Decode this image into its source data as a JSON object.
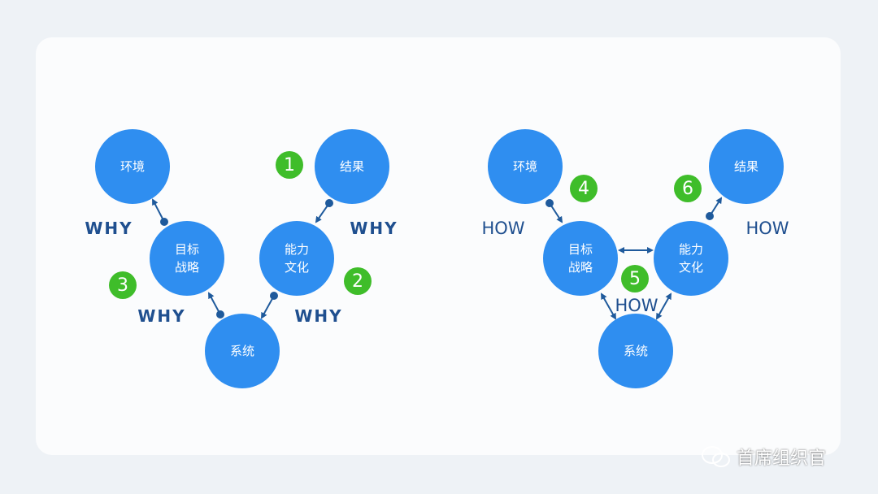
{
  "left_diagram": {
    "nodes": {
      "env": "环境",
      "result": "结果",
      "goal": "目标\n战略",
      "capability": "能力\n文化",
      "system": "系统"
    },
    "badges": [
      "1",
      "2",
      "3"
    ],
    "labels": [
      "WHY",
      "WHY",
      "WHY",
      "WHY"
    ]
  },
  "right_diagram": {
    "nodes": {
      "env": "环境",
      "result": "结果",
      "goal": "目标\n战略",
      "capability": "能力\n文化",
      "system": "系统"
    },
    "badges": [
      "4",
      "5",
      "6"
    ],
    "labels": [
      "HOW",
      "HOW",
      "HOW"
    ]
  },
  "watermark": "首席组织官",
  "colors": {
    "node": "#2f8ef0",
    "badge": "#3fbd2a",
    "arrow": "#1f4f8f",
    "label": "#1f4f8f"
  }
}
